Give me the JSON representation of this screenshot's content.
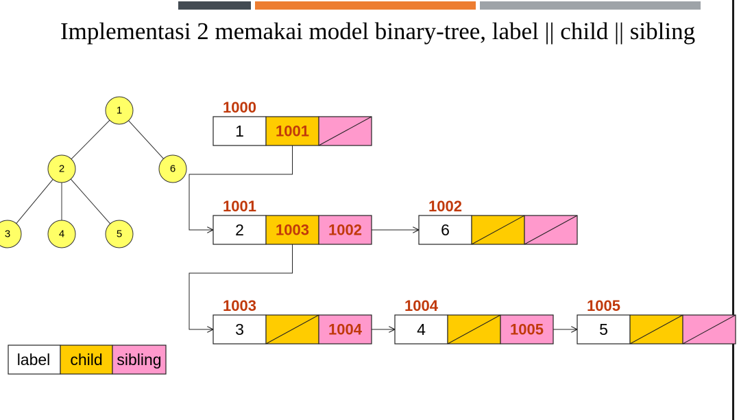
{
  "title": "Implementasi 2 memakai model binary-tree, label || child || sibling",
  "header_bar_colors": [
    "#434b53",
    "#ed7d31",
    "#9ea3a8"
  ],
  "colors": {
    "node": "#ffff66",
    "label_cell": "#ffffff",
    "child_cell": "#ffcc00",
    "sibling_cell": "#ff99cc",
    "address_text": "#c0390b"
  },
  "tree": {
    "nodes": [
      "1",
      "2",
      "6",
      "3",
      "4",
      "5"
    ],
    "edges": [
      [
        "1",
        "2"
      ],
      [
        "1",
        "6"
      ],
      [
        "2",
        "3"
      ],
      [
        "2",
        "4"
      ],
      [
        "2",
        "5"
      ]
    ]
  },
  "records": [
    {
      "address": "1000",
      "label": "1",
      "child": "1001",
      "sibling": ""
    },
    {
      "address": "1001",
      "label": "2",
      "child": "1003",
      "sibling": "1002"
    },
    {
      "address": "1002",
      "label": "6",
      "child": "",
      "sibling": ""
    },
    {
      "address": "1003",
      "label": "3",
      "child": "",
      "sibling": "1004"
    },
    {
      "address": "1004",
      "label": "4",
      "child": "",
      "sibling": "1005"
    },
    {
      "address": "1005",
      "label": "5",
      "child": "",
      "sibling": ""
    }
  ],
  "legend": {
    "label": "label",
    "child": "child",
    "sibling": "sibling"
  }
}
